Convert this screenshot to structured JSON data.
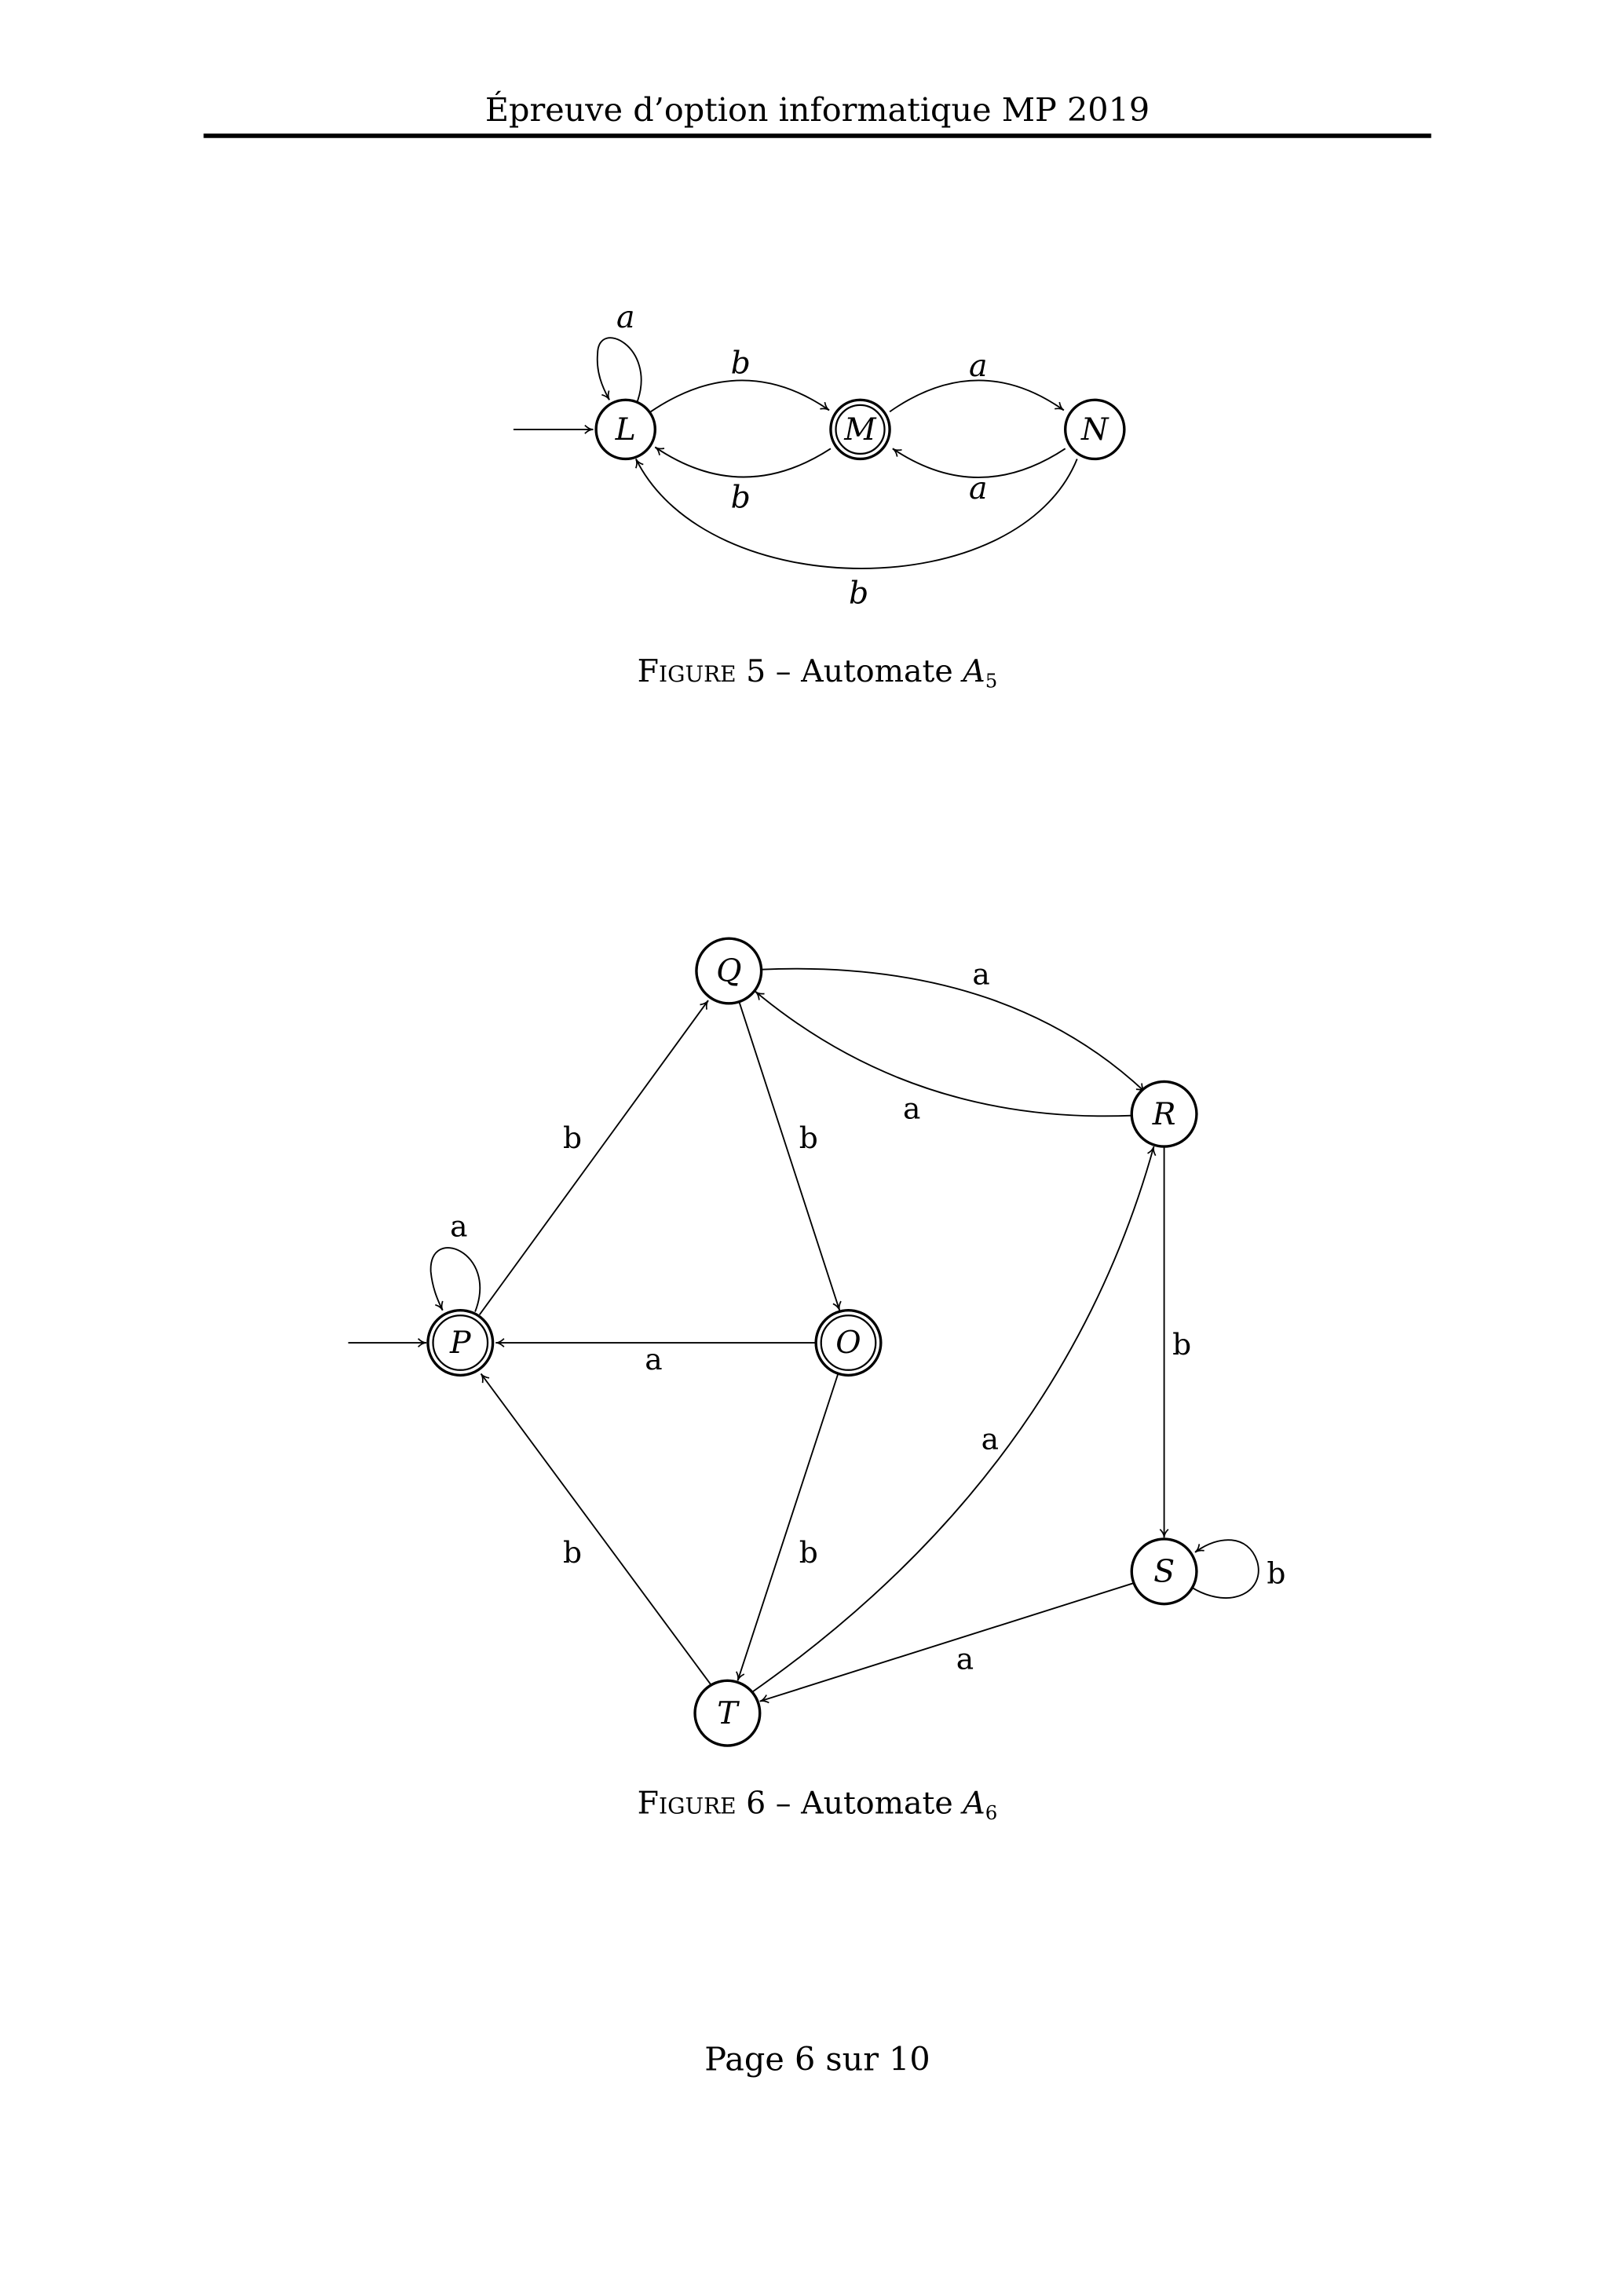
{
  "header": {
    "title": "Épreuve d’option informatique MP 2019"
  },
  "figure5": {
    "caption": {
      "figure_label": "Figure 5",
      "dash": "–",
      "text": "Automate",
      "symbol": "A",
      "subscript": "5"
    },
    "states": [
      {
        "id": "L",
        "initial": true,
        "final": false
      },
      {
        "id": "M",
        "initial": false,
        "final": true
      },
      {
        "id": "N",
        "initial": false,
        "final": false
      }
    ],
    "transitions": [
      {
        "from": "L",
        "to": "L",
        "label": "a"
      },
      {
        "from": "L",
        "to": "M",
        "label": "b"
      },
      {
        "from": "M",
        "to": "N",
        "label": "a"
      },
      {
        "from": "M",
        "to": "L",
        "label": "b"
      },
      {
        "from": "N",
        "to": "M",
        "label": "a"
      },
      {
        "from": "N",
        "to": "L",
        "label": "b"
      }
    ]
  },
  "figure6": {
    "caption": {
      "figure_label": "Figure 6",
      "dash": "–",
      "text": "Automate",
      "symbol": "A",
      "subscript": "6"
    },
    "states": [
      {
        "id": "Q",
        "initial": false,
        "final": false
      },
      {
        "id": "R",
        "initial": false,
        "final": false
      },
      {
        "id": "P",
        "initial": true,
        "final": true
      },
      {
        "id": "O",
        "initial": false,
        "final": true
      },
      {
        "id": "S",
        "initial": false,
        "final": false
      },
      {
        "id": "T",
        "initial": false,
        "final": false
      }
    ],
    "transitions": [
      {
        "from": "Q",
        "to": "R",
        "label": "a"
      },
      {
        "from": "R",
        "to": "Q",
        "label": "a"
      },
      {
        "from": "P",
        "to": "Q",
        "label": "b"
      },
      {
        "from": "Q",
        "to": "O",
        "label": "b"
      },
      {
        "from": "P",
        "to": "P",
        "label": "a"
      },
      {
        "from": "O",
        "to": "P",
        "label": "a"
      },
      {
        "from": "R",
        "to": "S",
        "label": "b"
      },
      {
        "from": "T",
        "to": "R",
        "label": "a"
      },
      {
        "from": "T",
        "to": "P",
        "label": "b"
      },
      {
        "from": "O",
        "to": "T",
        "label": "b"
      },
      {
        "from": "S",
        "to": "S",
        "label": "b"
      },
      {
        "from": "S",
        "to": "T",
        "label": "a"
      }
    ]
  },
  "footer": {
    "page": "Page 6 sur 10"
  }
}
